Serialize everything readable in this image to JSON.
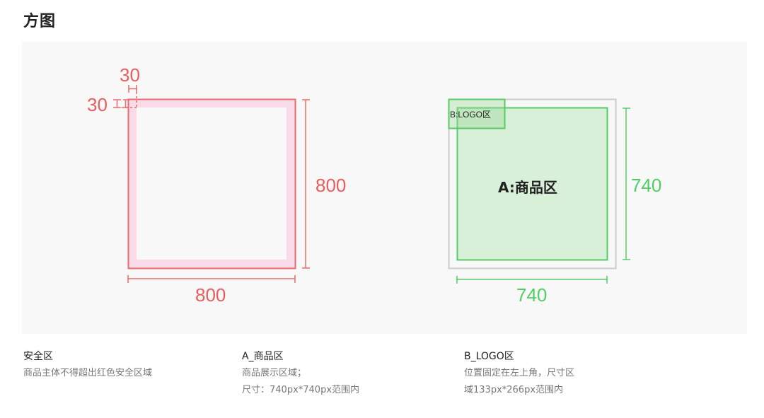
{
  "page": {
    "title": "方图"
  },
  "diagram": {
    "safe_zone": {
      "outer_width_label": "800",
      "outer_height_label": "800",
      "margin_top_label": "30",
      "margin_left_label": "30",
      "stroke_color": "#e96b6b",
      "fill_color": "#fadbea"
    },
    "product_zone": {
      "label": "A:商品区",
      "width_label": "740",
      "height_label": "740",
      "stroke_color": "#55cc66",
      "fill_color": "#d8efd8"
    },
    "logo_zone": {
      "label": "B:LOGO区"
    },
    "panel_color": "#f8f8f8"
  },
  "legend": [
    {
      "title": "安全区",
      "lines": [
        "商品主体不得超出红色安全区域"
      ]
    },
    {
      "title": "A_商品区",
      "lines": [
        "商品展示区域；",
        "尺寸：740px*740px范围内"
      ]
    },
    {
      "title": "B_LOGO区",
      "lines": [
        "位置固定在左上角，尺寸区",
        "域133px*266px范围内"
      ]
    }
  ]
}
